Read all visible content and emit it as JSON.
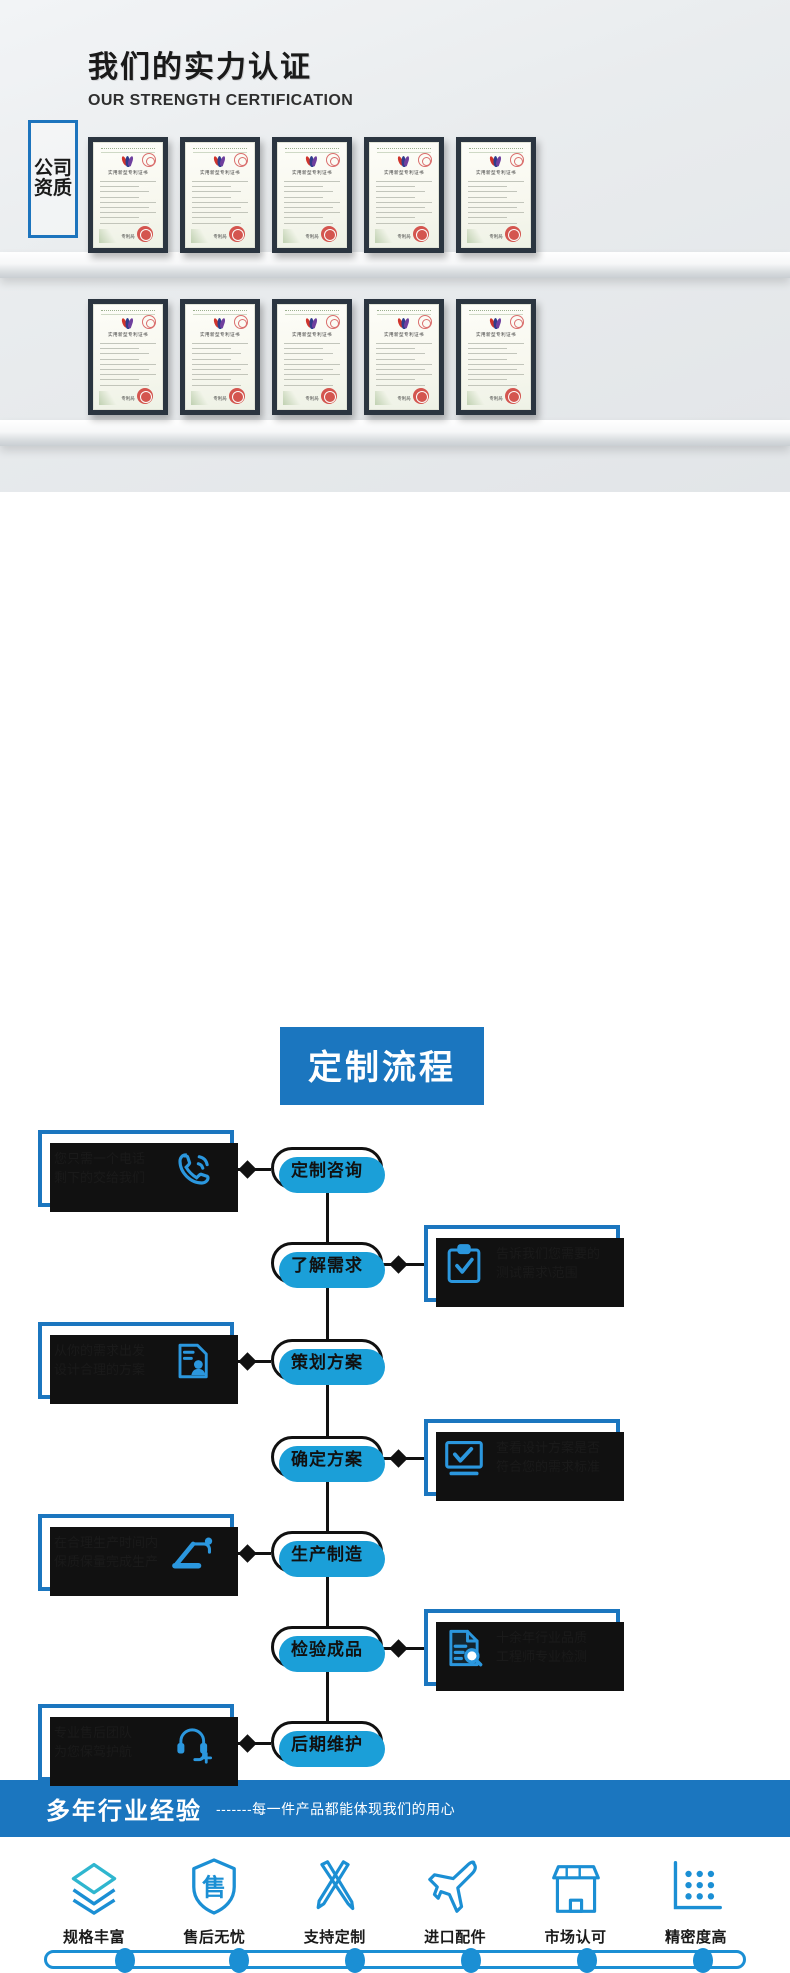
{
  "certification": {
    "title_zh": "我们的实力认证",
    "title_en": "OUR STRENGTH CERTIFICATION",
    "side_badge": [
      "公司",
      "资质"
    ],
    "certificate_title": "实用新型专利证书",
    "certificate_header": "证书号第0000000号",
    "certificate_footer": "专利局",
    "certificates_row1": 5,
    "certificates_row2": 5
  },
  "process": {
    "title": "定制流程",
    "steps": [
      {
        "label": "定制咨询",
        "side": "left",
        "card": "您只需一个电话\n剩下的交给我们",
        "icon": "phone-call-icon"
      },
      {
        "label": "了解需求",
        "side": "right",
        "card": "告诉我们您需要的\n测试需求\\范围",
        "icon": "clipboard-check-icon"
      },
      {
        "label": "策划方案",
        "side": "left",
        "card": "从你的需求出发\n设计合理的方案",
        "icon": "document-user-icon"
      },
      {
        "label": "确定方案",
        "side": "right",
        "card": "查看设计方案是否\n符合您的需求标准",
        "icon": "monitor-check-icon"
      },
      {
        "label": "生产制造",
        "side": "left",
        "card": "在合理生产时间内\n保质保量完成生产",
        "icon": "machine-icon"
      },
      {
        "label": "检验成品",
        "side": "right",
        "card": "十余年行业品质\n工程师专业检测",
        "icon": "document-search-icon"
      },
      {
        "label": "后期维护",
        "side": "left",
        "card": "专业售后团队\n为您保驾护航",
        "icon": "headset-support-icon"
      }
    ]
  },
  "experience": {
    "headline": "多年行业经验",
    "tagline": "-------每一件产品都能体现我们的用心"
  },
  "features": [
    {
      "label": "规格丰富",
      "icon": "layers-icon"
    },
    {
      "label": "售后无忧",
      "icon": "shield-sale-icon"
    },
    {
      "label": "支持定制",
      "icon": "tools-icon"
    },
    {
      "label": "进口配件",
      "icon": "airplane-icon"
    },
    {
      "label": "市场认可",
      "icon": "store-icon"
    },
    {
      "label": "精密度高",
      "icon": "precision-chart-icon"
    }
  ],
  "colors": {
    "brand_blue": "#1b76bf",
    "accent_cyan": "#1b9fd8",
    "ink": "#111111"
  },
  "track_nodes": 6
}
